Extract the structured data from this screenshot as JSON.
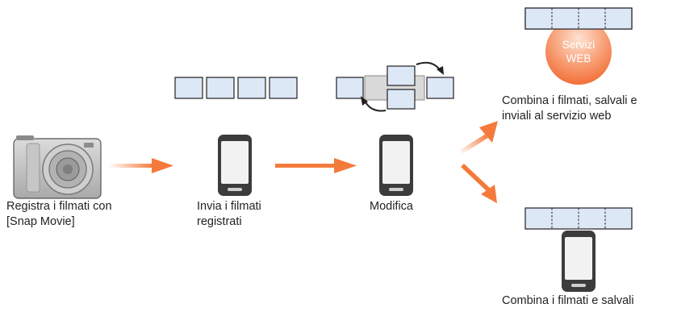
{
  "steps": {
    "record": "Registra i filmati con\n[Snap Movie]",
    "send": "Invia i filmati\nregistrati",
    "edit": "Modifica",
    "combine_web": "Combina i filmati, salvali e\ninviali al servizio web",
    "combine_save": "Combina i filmati e salvali"
  },
  "web_service": {
    "line1": "Servizi",
    "line2": "WEB"
  },
  "colors": {
    "arrow": "#f47a3c",
    "frame_fill": "#dde8f7",
    "phone_body": "#3c3c3c",
    "screen": "#f2f2f2",
    "web_circle": "#f5845a"
  }
}
